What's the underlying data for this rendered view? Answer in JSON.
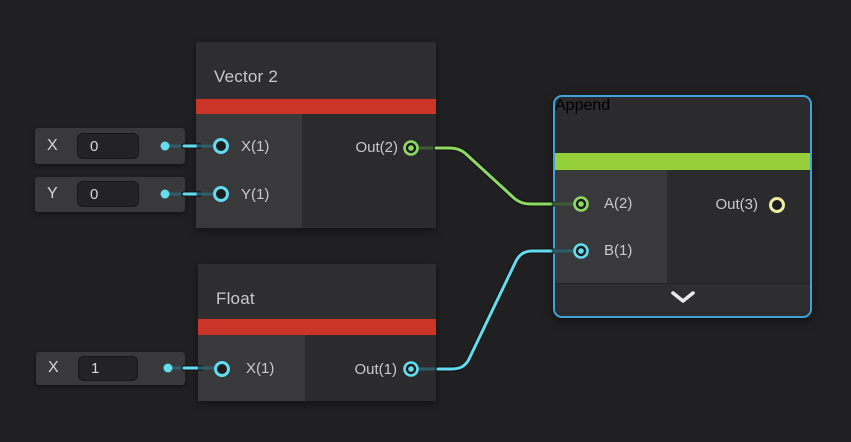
{
  "colors": {
    "bg": "#202022",
    "node_header": "#2e2e30",
    "node_body": "#2b2b2d",
    "node_input_col": "#39393b",
    "stripe_red": "#cb3426",
    "stripe_green": "#95d03a",
    "wire_cyan": "#62dcee",
    "wire_cyan_dim": "#2d5f6b",
    "wire_green": "#8ed964",
    "wire_green_dim": "#3e5c33",
    "port_yellow": "#efeca3",
    "selection_blue": "#3fa2d9",
    "text": "#c9c9c9"
  },
  "nodes": {
    "vector2": {
      "title": "Vector 2",
      "inputs": [
        {
          "label": "X(1)"
        },
        {
          "label": "Y(1)"
        }
      ],
      "outputs": [
        {
          "label": "Out(2)"
        }
      ]
    },
    "float": {
      "title": "Float",
      "inputs": [
        {
          "label": "X(1)"
        }
      ],
      "outputs": [
        {
          "label": "Out(1)"
        }
      ]
    },
    "append": {
      "title": "Append",
      "selected": true,
      "inputs": [
        {
          "label": "A(2)"
        },
        {
          "label": "B(1)"
        }
      ],
      "outputs": [
        {
          "label": "Out(3)"
        }
      ],
      "collapse_icon": "chevron-down-icon"
    }
  },
  "inline_inputs": [
    {
      "label": "X",
      "value": "0",
      "target": "Vector 2.X(1)"
    },
    {
      "label": "Y",
      "value": "0",
      "target": "Vector 2.Y(1)"
    },
    {
      "label": "X",
      "value": "1",
      "target": "Float.X(1)"
    }
  ],
  "edges": [
    {
      "from": "Vector 2.Out(2)",
      "to": "Append.A(2)",
      "color": "green"
    },
    {
      "from": "Float.Out(1)",
      "to": "Append.B(1)",
      "color": "cyan"
    }
  ]
}
